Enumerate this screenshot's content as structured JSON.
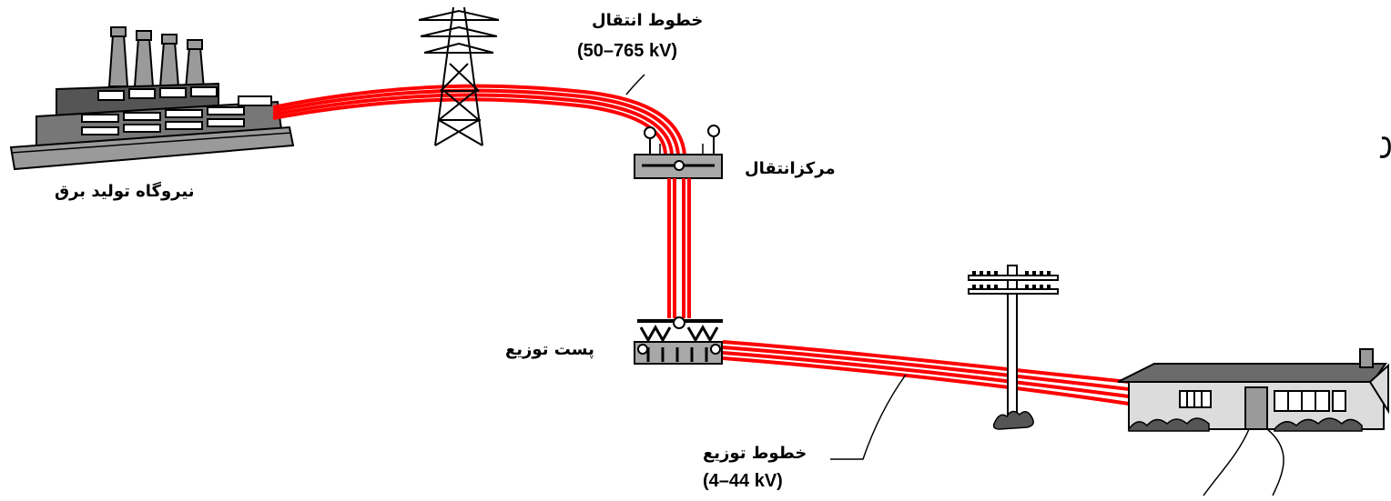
{
  "labels": {
    "power_plant": "نیروگاه تولید برق",
    "transmission_lines": "خطوط انتقال",
    "transmission_voltage": "(50–765 kV)",
    "transmission_center": "مرکزانتقال",
    "distribution_substation": "پست توزیع",
    "distribution_lines": "خطوط توزیع",
    "distribution_voltage": "(4–44 kV)"
  },
  "colors": {
    "line_red": "#ff0000",
    "structure": "#000000",
    "plant_gray": "#9a9a9a",
    "substation_gray": "#a8a8a8",
    "house_wall": "#dcdcdc",
    "house_roof": "#6b6b6b"
  }
}
